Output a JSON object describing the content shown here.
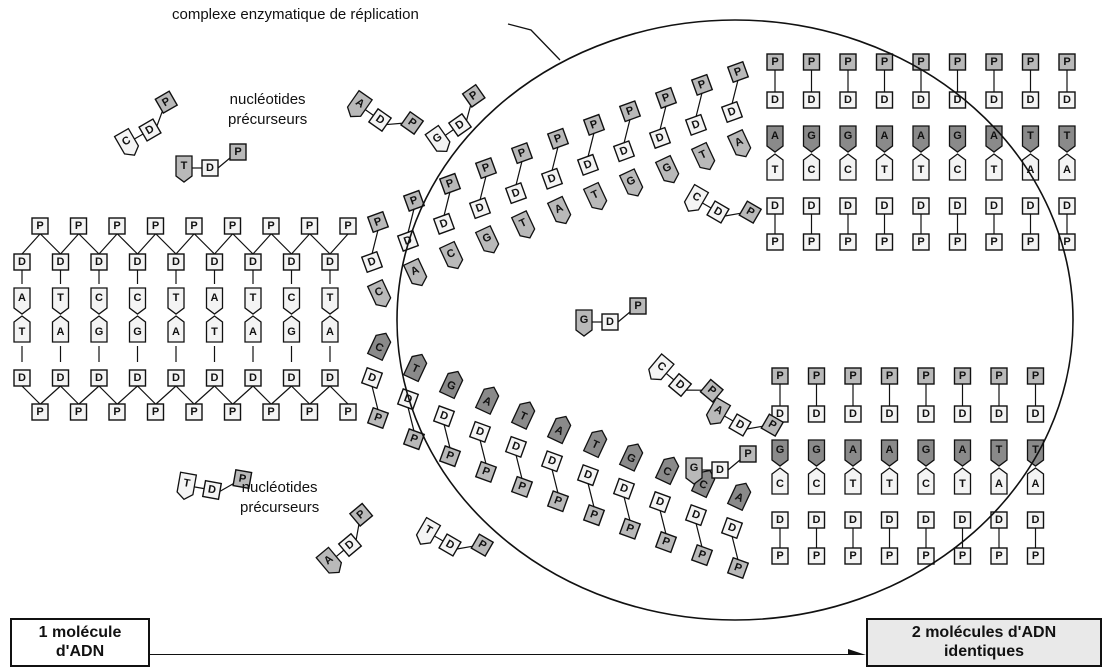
{
  "labels": {
    "complex": "complexe enzymatique de réplication",
    "precursors_top_line1": "nucléotides",
    "precursors_top_line2": "précurseurs",
    "precursors_bottom_line1": "nucléotides",
    "precursors_bottom_line2": "précurseurs",
    "start_box_line1": "1 molécule",
    "start_box_line2": "d'ADN",
    "end_box_line1": "2 molécules d'ADN",
    "end_box_line2": "identiques"
  },
  "parent_strand": {
    "top_bases": [
      "A",
      "T",
      "C",
      "C",
      "T",
      "A",
      "T",
      "C",
      "T"
    ],
    "bottom_bases": [
      "T",
      "A",
      "G",
      "G",
      "A",
      "T",
      "A",
      "G",
      "A"
    ]
  },
  "unpaired_top": [
    "C",
    "A",
    "C",
    "G",
    "T",
    "A",
    "T",
    "G",
    "G",
    "T",
    "A"
  ],
  "unpaired_bottom": [
    "C",
    "T",
    "G",
    "A",
    "T",
    "A",
    "T",
    "G",
    "C",
    "C",
    "A"
  ],
  "daughter_top": {
    "pairs": [
      [
        "A",
        "T"
      ],
      [
        "G",
        "C"
      ],
      [
        "G",
        "C"
      ],
      [
        "A",
        "T"
      ],
      [
        "A",
        "T"
      ],
      [
        "G",
        "C"
      ],
      [
        "A",
        "T"
      ],
      [
        "T",
        "A"
      ],
      [
        "T",
        "A"
      ]
    ]
  },
  "daughter_bottom": {
    "pairs": [
      [
        "G",
        "C"
      ],
      [
        "G",
        "C"
      ],
      [
        "A",
        "T"
      ],
      [
        "A",
        "T"
      ],
      [
        "G",
        "C"
      ],
      [
        "A",
        "T"
      ],
      [
        "T",
        "A"
      ],
      [
        "T",
        "A"
      ]
    ]
  },
  "free_nucleotides": [
    {
      "base": "C"
    },
    {
      "base": "A"
    },
    {
      "base": "G"
    },
    {
      "base": "T"
    },
    {
      "base": "C"
    },
    {
      "base": "G"
    },
    {
      "base": "C"
    },
    {
      "base": "A"
    },
    {
      "base": "T"
    },
    {
      "base": "A"
    },
    {
      "base": "T"
    },
    {
      "base": "G"
    }
  ],
  "symbols": {
    "phosphate": "P",
    "sugar": "D"
  },
  "colors": {
    "ink": "#111111",
    "fill_light": "#f4f4f4",
    "fill_dark": "#8a8a8a",
    "fill_mid": "#b9b9b9"
  }
}
